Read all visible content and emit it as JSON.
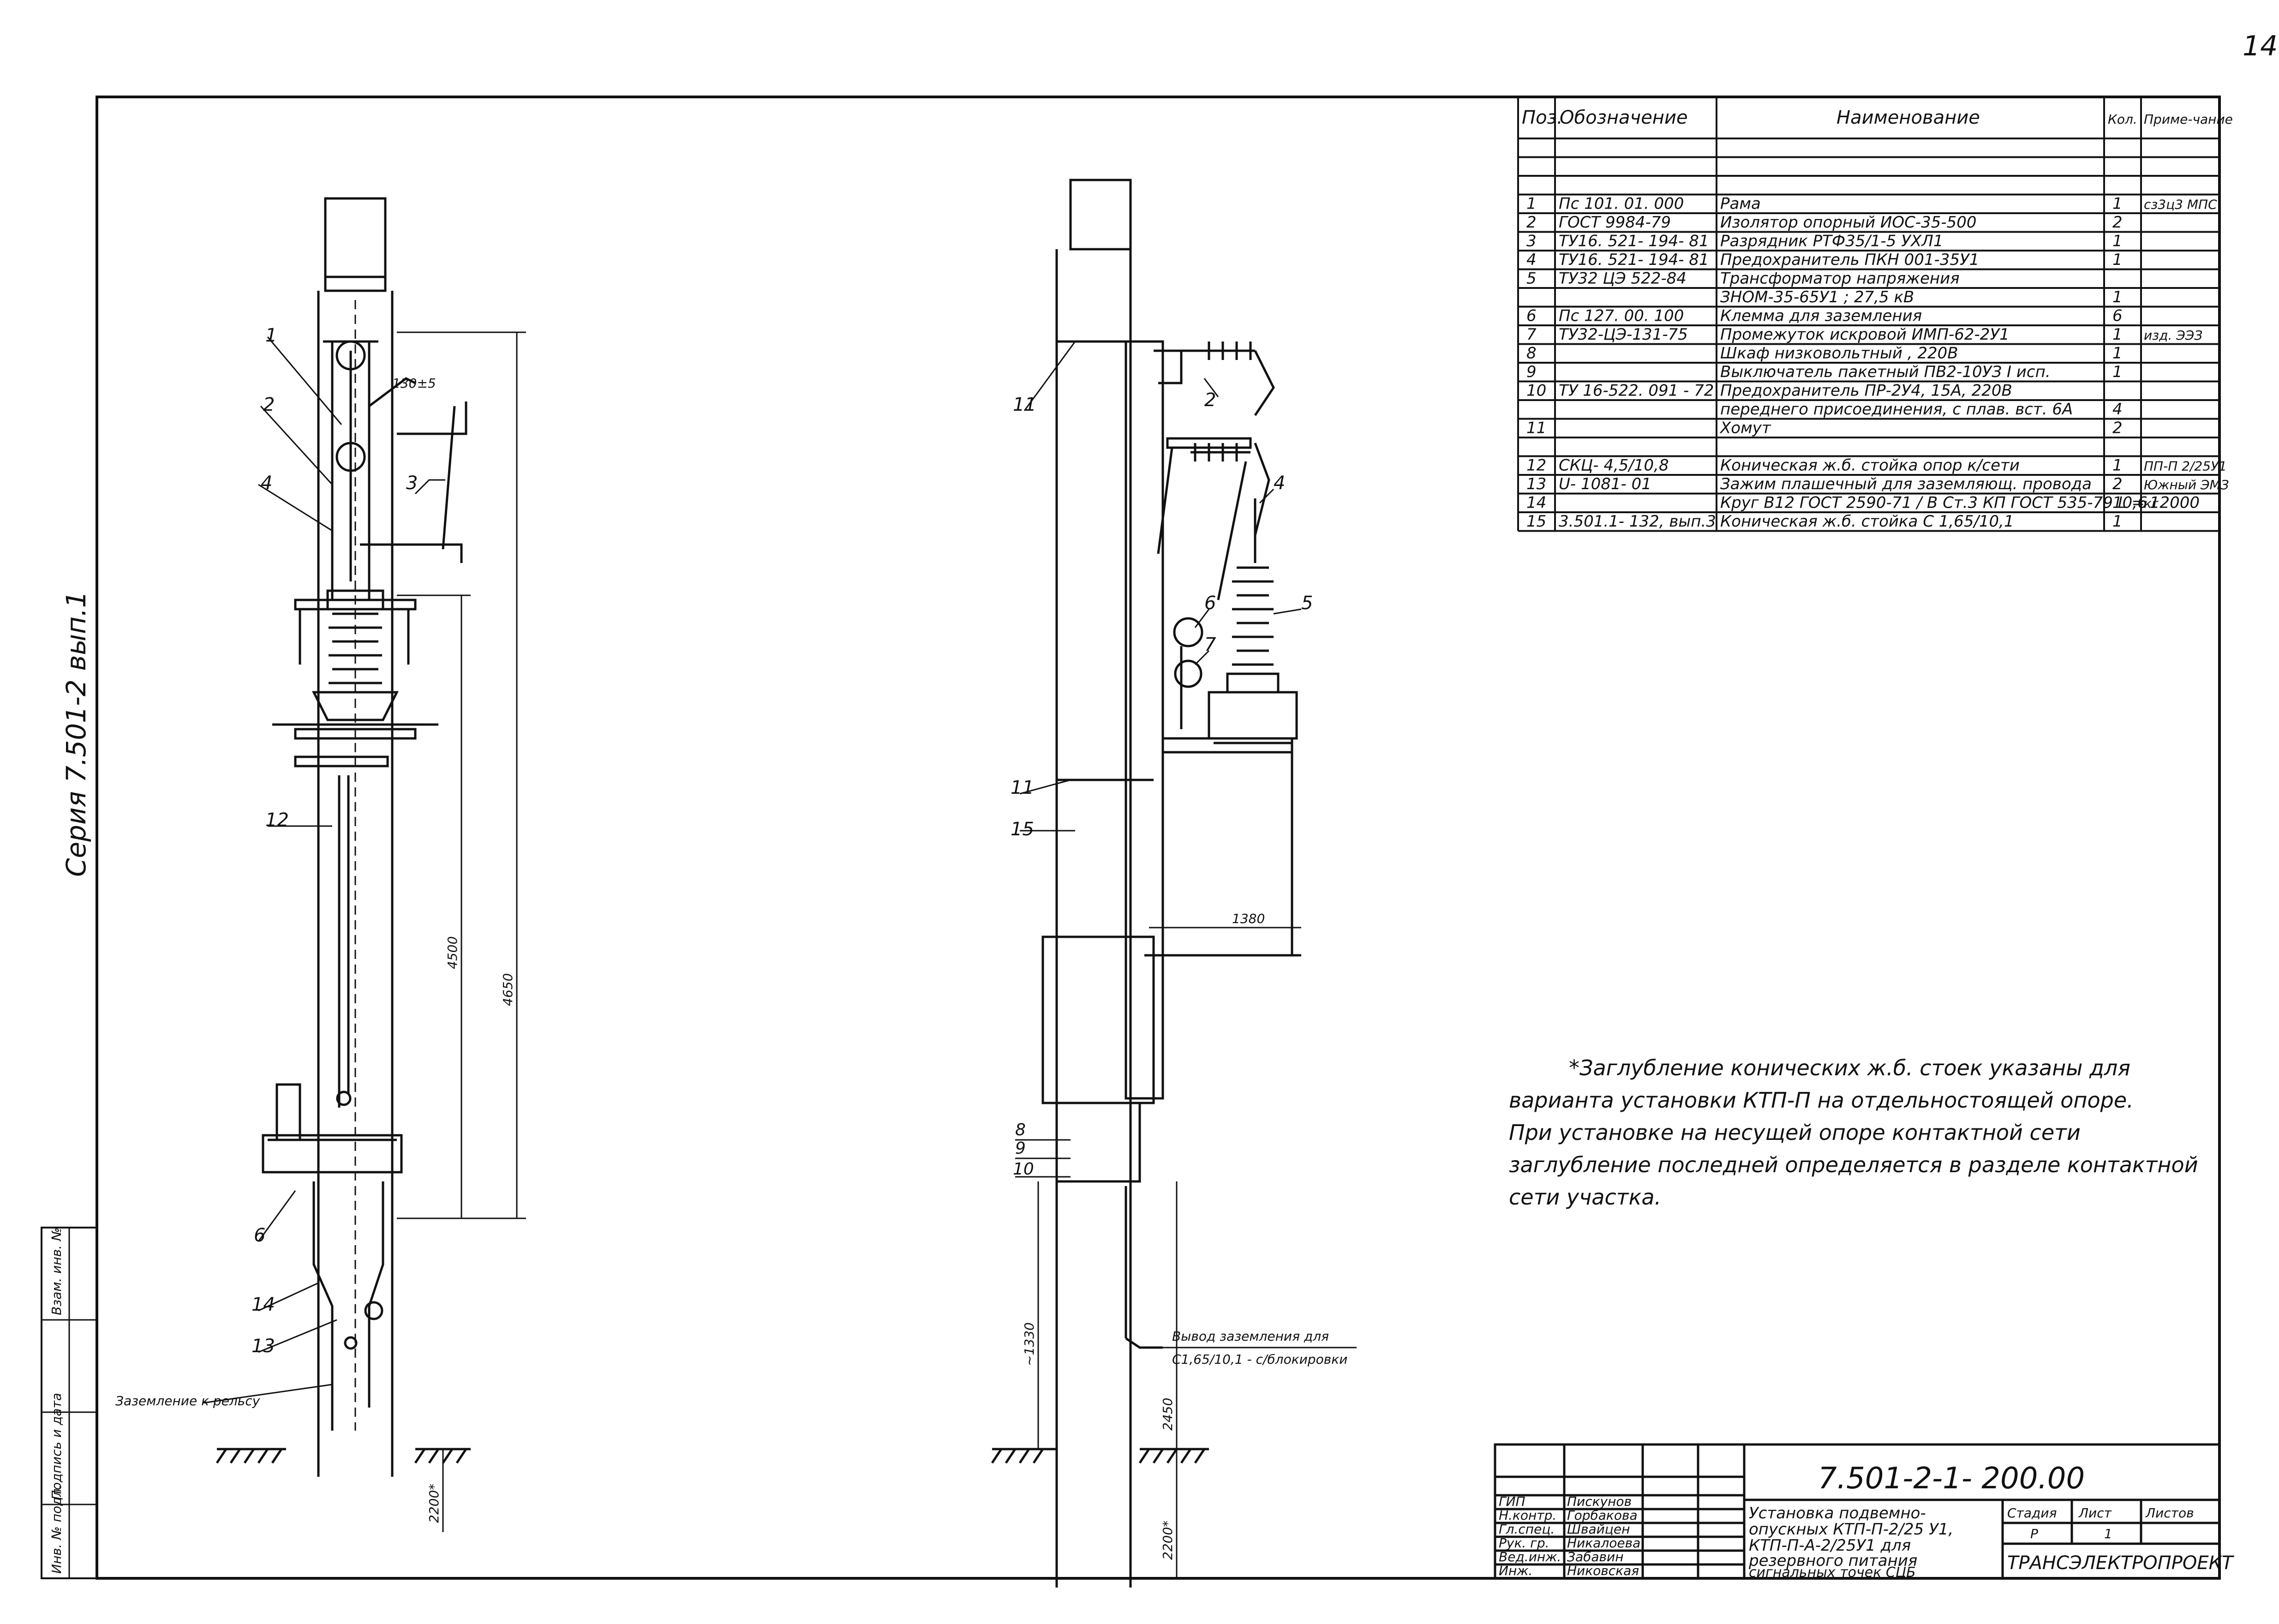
{
  "sheet_number": "14",
  "series": "Серия 7.501-2 вып.1",
  "spec_table": {
    "headers": [
      "Поз.",
      "Обозначение",
      "Наименование",
      "Кол.",
      "Приме-чание"
    ],
    "rows": [
      {
        "pos": "1",
        "code": "Пс 101. 01. 000",
        "name": "Рама",
        "qty": "1",
        "note": "сз3ц3 МПС"
      },
      {
        "pos": "2",
        "code": "ГОСТ 9984-79",
        "name": "Изолятор опорный ИОС-35-500",
        "qty": "2",
        "note": ""
      },
      {
        "pos": "3",
        "code": "ТУ16. 521- 194- 81",
        "name": "Разрядник РТФ35/1-5 УХЛ1",
        "qty": "1",
        "note": ""
      },
      {
        "pos": "4",
        "code": "ТУ16. 521- 194- 81",
        "name": "Предохранитель ПКН 001-35У1",
        "qty": "1",
        "note": ""
      },
      {
        "pos": "5",
        "code": "ТУ32 ЦЭ 522-84",
        "name": "Трансформатор напряжения",
        "qty": "",
        "note": ""
      },
      {
        "pos": "",
        "code": "",
        "name": "ЗНОМ-35-65У1 ; 27,5 кВ",
        "qty": "1",
        "note": ""
      },
      {
        "pos": "6",
        "code": "Пс 127. 00. 100",
        "name": "Клемма для заземления",
        "qty": "6",
        "note": ""
      },
      {
        "pos": "7",
        "code": "ТУ32-ЦЭ-131-75",
        "name": "Промежуток искровой ИМП-62-2У1",
        "qty": "1",
        "note": "изд. ЭЭЗ"
      },
      {
        "pos": "8",
        "code": "",
        "name": "Шкаф низковольтный , 220В",
        "qty": "1",
        "note": ""
      },
      {
        "pos": "9",
        "code": "",
        "name": "Выключатель пакетный ПВ2-10УЗ I исп.",
        "qty": "1",
        "note": ""
      },
      {
        "pos": "10",
        "code": "ТУ 16-522. 091 - 72",
        "name": "Предохранитель ПР-2У4, 15А, 220В",
        "qty": "",
        "note": ""
      },
      {
        "pos": "",
        "code": "",
        "name": "переднего присоединения, с плав. вст. 6А",
        "qty": "4",
        "note": ""
      },
      {
        "pos": "11",
        "code": "",
        "name": "Хомут",
        "qty": "2",
        "note": ""
      },
      {
        "pos": "",
        "code": "",
        "name": "",
        "qty": "",
        "note": ""
      },
      {
        "pos": "12",
        "code": "СКЦ- 4,5/10,8",
        "name": "Коническая ж.б. стойка опор к/сети",
        "qty": "1",
        "note": "ПП-П 2/25У1"
      },
      {
        "pos": "13",
        "code": "U- 1081- 01",
        "name": "Зажим плашечный для заземляющ. провода",
        "qty": "2",
        "note": "Южный ЭМЗ"
      },
      {
        "pos": "14",
        "code": "",
        "name": "Круг В12 ГОСТ 2590-71 / В Ст.3 КП ГОСТ 535-79 L = 12000",
        "qty": "10,6",
        "note": "кг"
      },
      {
        "pos": "15",
        "code": "3.501.1- 132, вып.3",
        "name": "Коническая ж.б. стойка С 1,65/10,1",
        "qty": "1",
        "note": ""
      }
    ]
  },
  "note_lines": [
    "*Заглубление конических ж.б. стоек указаны для",
    "варианта установки КТП-П на отдельностоящей опоре.",
    "При установке на несущей опоре контактной сети",
    "заглубление последней определяется в разделе контактной",
    "сети участка."
  ],
  "left_view": {
    "callouts": [
      "1",
      "2",
      "4",
      "3",
      "12",
      "6",
      "14",
      "13"
    ],
    "dim_130": "130±5",
    "dim_4500": "4500",
    "dim_4650": "4650",
    "dim_2200": "2200*",
    "ground_label": "Заземление к рельсу"
  },
  "right_view": {
    "callouts": [
      "11",
      "2",
      "4",
      "5",
      "6",
      "7",
      "11",
      "15",
      "8",
      "9",
      "10"
    ],
    "dim_1380": "1380",
    "dim_1330": "~1330",
    "dim_2450": "2450",
    "dim_2200": "2200*",
    "ground_output": "Вывод заземления для",
    "ground_output2": "С1,65/10,1 - с/блокировки"
  },
  "title_block": {
    "code": "7.501-2-1- 200.00",
    "roles": [
      "ГИП",
      "Н.контр.",
      "Гл.спец.",
      "Рук. гр.",
      "Вед.инж.",
      "Инж."
    ],
    "names": [
      "Пискунов",
      "Горбакова",
      "Швайцен",
      "Никалоева",
      "Забавин",
      "Никовская"
    ],
    "title_lines": [
      "Установка подвемно-",
      "опускных КТП-П-2/25 У1,",
      "КТП-П-А-2/25У1 для",
      "резервного питания",
      "сигнальных точек СЦБ"
    ],
    "stage_h": "Стадия",
    "sheet_h": "Лист",
    "sheets_h": "Листов",
    "stage": "Р",
    "sheet": "1",
    "org": "ТРАНСЭЛЕКТРОПРОЕКТ"
  },
  "side_stamp": [
    "Инв. № подл.",
    "Подпись и дата",
    "Взам. инв. №"
  ]
}
